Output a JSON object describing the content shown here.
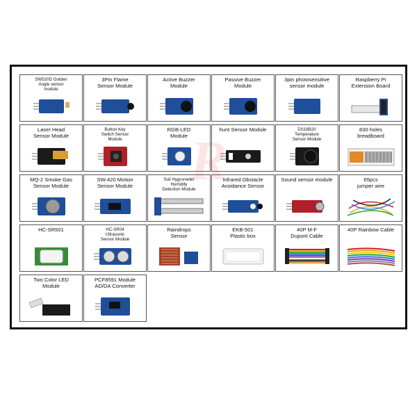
{
  "items": [
    {
      "label": "SW520D Golden\nAngle sensor\nmodule",
      "icon": "tilt-sensor-board"
    },
    {
      "label": "3Pin Flame\nSensor Module",
      "icon": "flame-sensor-board"
    },
    {
      "label": "Active Buzzer\nModule",
      "icon": "active-buzzer-board"
    },
    {
      "label": "Passive Buzzer\nModule",
      "icon": "passive-buzzer-board"
    },
    {
      "label": "3pin photosensitive\nsensor module",
      "icon": "photo-sensor-board"
    },
    {
      "label": "Raspberry Pi\nExtension Board",
      "icon": "extension-board"
    },
    {
      "label": "Laser Head\nSensor Module",
      "icon": "laser-board"
    },
    {
      "label": "Button Key\nSwitch Sensor\nModule",
      "icon": "button-board"
    },
    {
      "label": "RGB-LED\nModule",
      "icon": "rgb-led-board"
    },
    {
      "label": "hunt Sensor Module",
      "icon": "line-hunt-board"
    },
    {
      "label": "DS18B20\nTemperature\nSensor Module",
      "icon": "temperature-board"
    },
    {
      "label": "830 holes\nbreadboard",
      "icon": "breadboard"
    },
    {
      "label": "MQ-2 Smoke Gas\nSensor Module",
      "icon": "gas-sensor-board"
    },
    {
      "label": "SW-420 Motion\nSensor Module",
      "icon": "motion-board"
    },
    {
      "label": "Soil Hygrometer\nHumidity\nDetection Module",
      "icon": "soil-probe"
    },
    {
      "label": "Infrared Obstacle\nAvoidance Sensor",
      "icon": "ir-obstacle-board"
    },
    {
      "label": "Sound sensor module",
      "icon": "sound-sensor-board"
    },
    {
      "label": "65pcs\njumper wire",
      "icon": "jumper-wires"
    },
    {
      "label": "HC-SR501",
      "icon": "pir-board"
    },
    {
      "label": "HC-SR04\nUltrasonic\nSensor Module",
      "icon": "ultrasonic-board"
    },
    {
      "label": "Raindrops\nSensor",
      "icon": "rain-board"
    },
    {
      "label": "EKB-501\nPlastic box",
      "icon": "plastic-box"
    },
    {
      "label": "40P M-F\nDupont Cable",
      "icon": "dupont-cable"
    },
    {
      "label": "40P Rainbow Cable",
      "icon": "rainbow-cable"
    },
    {
      "label": "Two Color LED\nModule",
      "icon": "two-color-led-board"
    },
    {
      "label": "PCF8591 Module\nAD/DA Converter",
      "icon": "adc-board"
    }
  ],
  "colors": {
    "board": "#1f4e9a",
    "board_red": "#b0202a",
    "frame": "#111111",
    "watermark": "#e8585c"
  }
}
